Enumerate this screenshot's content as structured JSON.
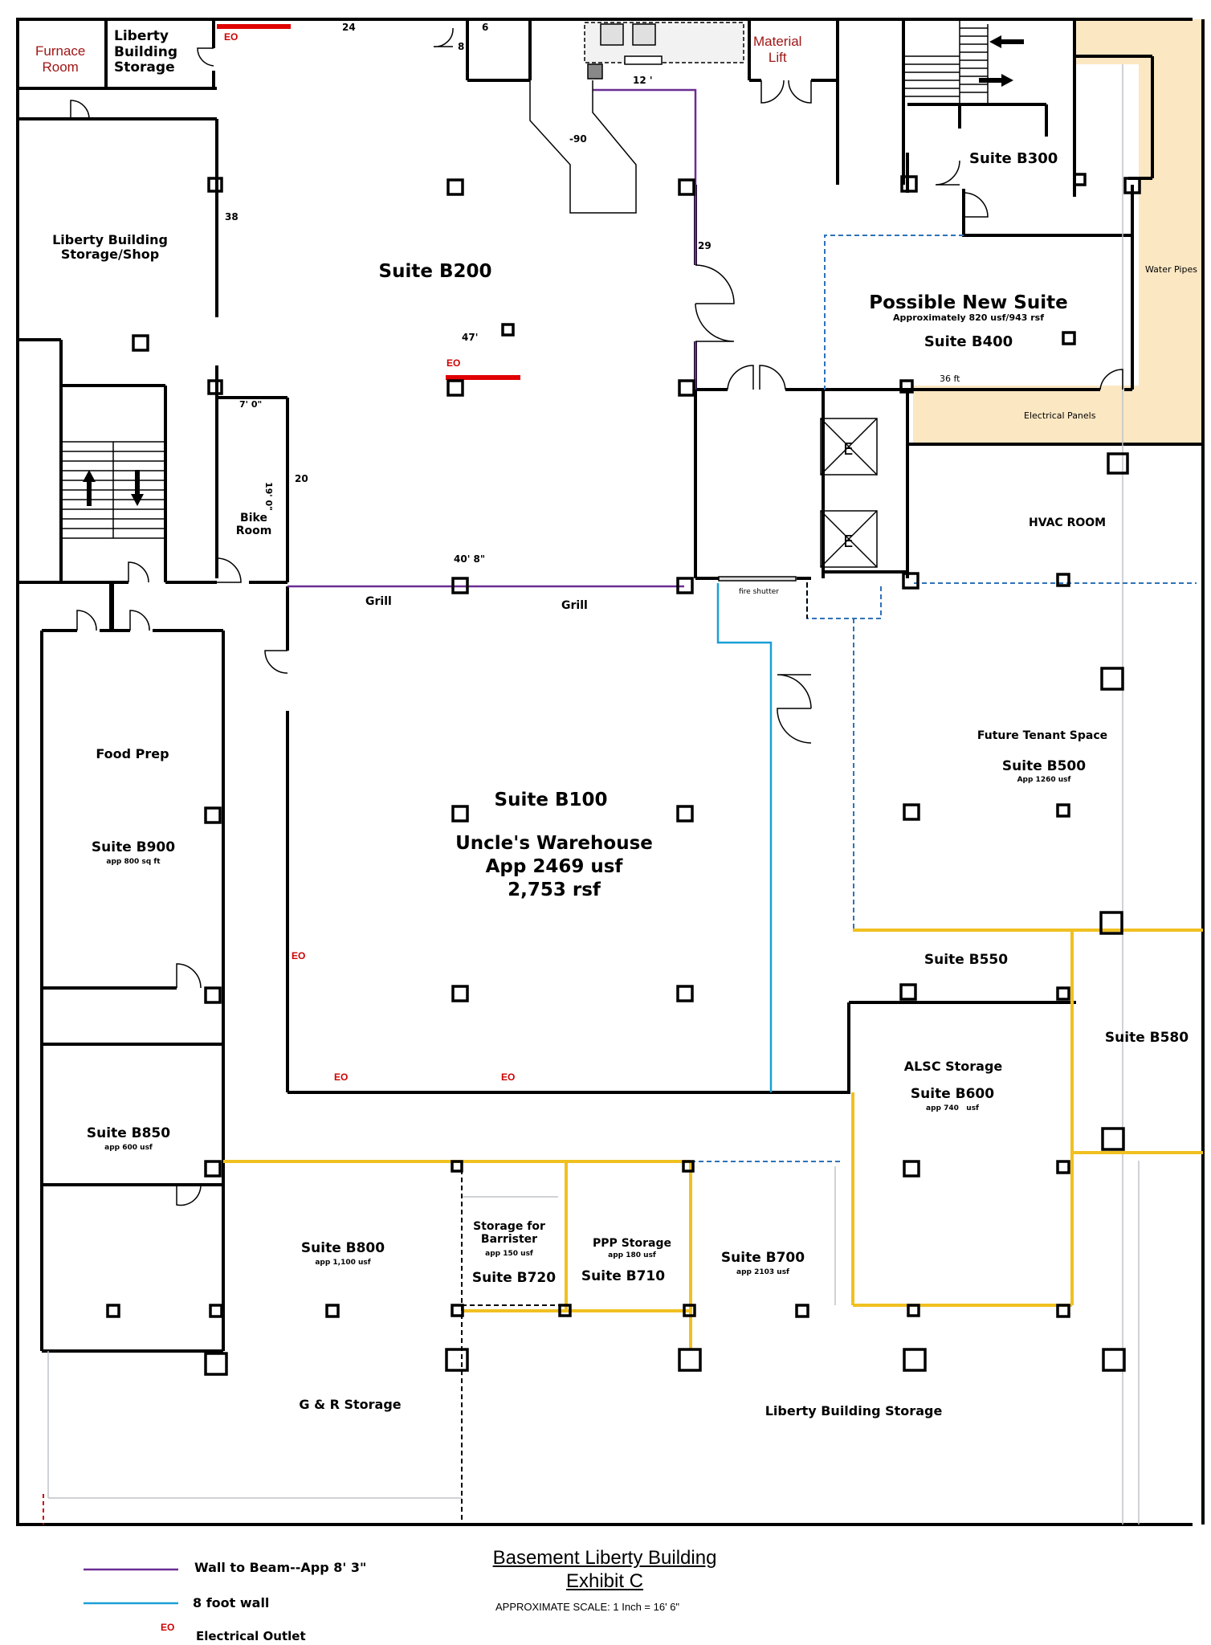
{
  "rooms": {
    "furnace": "Furnace\nRoom",
    "liberty_storage_top": "Liberty\nBuilding\nStorage",
    "material_lift": "Material\nLift",
    "storage_shop": "Liberty Building\nStorage/Shop",
    "b200": "Suite B200",
    "b300": "Suite B300",
    "new_suite": "Possible New Suite",
    "new_suite_area": "Approximately 820 usf/943 rsf",
    "b400": "Suite B400",
    "water_pipes": "Water Pipes",
    "electrical_panels": "Electrical Panels",
    "hvac": "HVAC ROOM",
    "bike": "Bike\nRoom",
    "grill1": "Grill",
    "grill2": "Grill",
    "fire_shutter": "fire shutter",
    "elevator1": "E",
    "elevator2": "E",
    "food_prep": "Food Prep",
    "b900": "Suite B900",
    "b900_area": "app 800 sq ft",
    "future_tenant": "Future Tenant Space",
    "b500": "Suite B500",
    "b500_area": "App 1260 usf",
    "b100": "Suite B100",
    "b100_name": "Uncle's Warehouse",
    "b100_usf": "App 2469 usf",
    "b100_rsf": "2,753 rsf",
    "b550": "Suite B550",
    "b580": "Suite B580",
    "alsc": "ALSC Storage",
    "b600": "Suite B600",
    "b600_area": "app 740   usf",
    "b850": "Suite B850",
    "b850_area": "app 600 usf",
    "b800": "Suite B800",
    "b800_area": "app 1,100 usf",
    "barrister": "Storage for\nBarrister",
    "barrister_area": "app 150 usf",
    "b720": "Suite B720",
    "ppp": "PPP Storage",
    "ppp_area": "app 180 usf",
    "b710": "Suite B710",
    "b700": "Suite B700",
    "b700_area": "app 2103 usf",
    "gr_storage": "G & R Storage",
    "liberty_storage_bottom": "Liberty Building Storage"
  },
  "dimensions": {
    "d24": "24",
    "d6": "6",
    "d8": "8",
    "d12": "12 '",
    "dm90": "-90",
    "d38": "38",
    "d29": "29",
    "d47": "47'",
    "d36": "36 ft",
    "d7": "7' 0\"",
    "d19": "19' 0\"",
    "d20": "20",
    "d40": "40' 8\""
  },
  "outlets": {
    "label": "EO"
  },
  "legend": {
    "title_line1": "Basement Liberty Building",
    "title_line2": "Exhibit C",
    "scale": "APPROXIMATE SCALE: 1 Inch = 16' 6\"",
    "wall_to_beam": "Wall to Beam--App 8' 3\"",
    "eight_foot_wall": "8 foot wall",
    "eo_symbol": "EO",
    "electrical_outlet": "Electrical Outlet"
  },
  "colors": {
    "wall": "#000000",
    "wall_to_beam": "#6a2e93",
    "eight_foot_wall": "#1a9fd6",
    "suite_boundary": "#f0c020",
    "dashed_boundary": "#2f72b8",
    "electrical_outlet": "#e00000",
    "mechanical_zone": "#fbe7c2"
  }
}
